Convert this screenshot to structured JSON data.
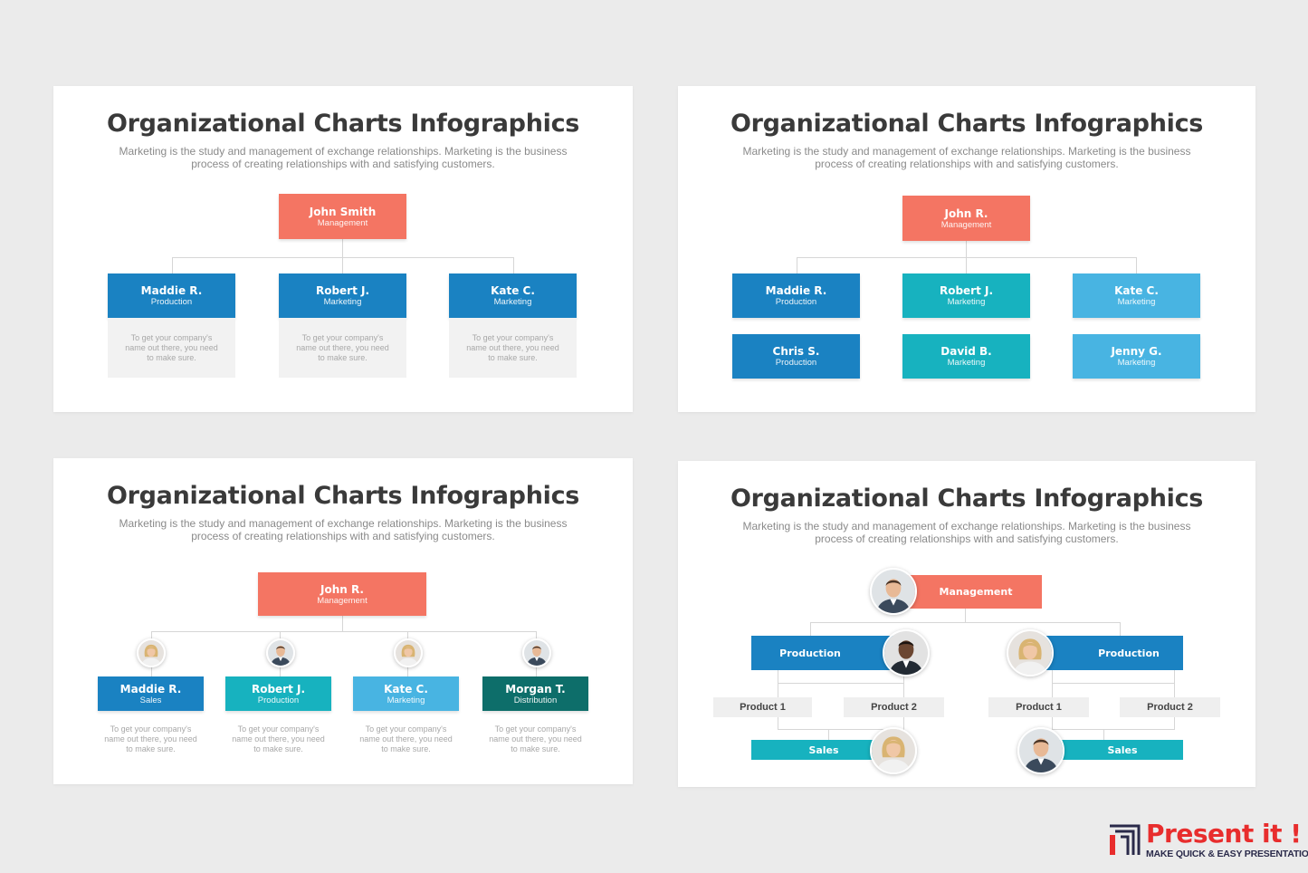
{
  "title": "Organizational Charts Infographics",
  "subtitle_line1": "Marketing is the study and management of exchange relationships. Marketing is the business",
  "subtitle_line2": "process of creating relationships with and satisfying customers.",
  "desc_line1": "To get your company's",
  "desc_line2": "name out there, you need",
  "desc_line3": "to make sure.",
  "slide1": {
    "top": {
      "name": "John Smith",
      "role": "Management"
    },
    "children": [
      {
        "name": "Maddie R.",
        "role": "Production"
      },
      {
        "name": "Robert J.",
        "role": "Marketing"
      },
      {
        "name": "Kate C.",
        "role": "Marketing"
      }
    ]
  },
  "slide2": {
    "top": {
      "name": "John R.",
      "role": "Management"
    },
    "row1": [
      {
        "name": "Maddie R.",
        "role": "Production"
      },
      {
        "name": "Robert J.",
        "role": "Marketing"
      },
      {
        "name": "Kate C.",
        "role": "Marketing"
      }
    ],
    "row2": [
      {
        "name": "Chris S.",
        "role": "Production"
      },
      {
        "name": "David B.",
        "role": "Marketing"
      },
      {
        "name": "Jenny G.",
        "role": "Marketing"
      }
    ]
  },
  "slide3": {
    "top": {
      "name": "John R.",
      "role": "Management"
    },
    "children": [
      {
        "name": "Maddie R.",
        "role": "Sales"
      },
      {
        "name": "Robert J.",
        "role": "Production"
      },
      {
        "name": "Kate C.",
        "role": "Marketing"
      },
      {
        "name": "Morgan T.",
        "role": "Distribution"
      }
    ]
  },
  "slide4": {
    "top": "Management",
    "left_mid": "Production",
    "right_mid": "Production",
    "left_products": [
      "Product 1",
      "Product 2"
    ],
    "right_products": [
      "Product 1",
      "Product 2"
    ],
    "left_bottom": "Sales",
    "right_bottom": "Sales"
  },
  "brand": {
    "name": "Present it !",
    "tagline": "MAKE QUICK & EASY PRESENTATIONS"
  },
  "colors": {
    "coral": "#f47563",
    "blue": "#1a82c2",
    "teal": "#17b2bf",
    "lightblue": "#48b4e2",
    "darkteal": "#0d6e6a",
    "brand_red": "#e82d2d"
  }
}
